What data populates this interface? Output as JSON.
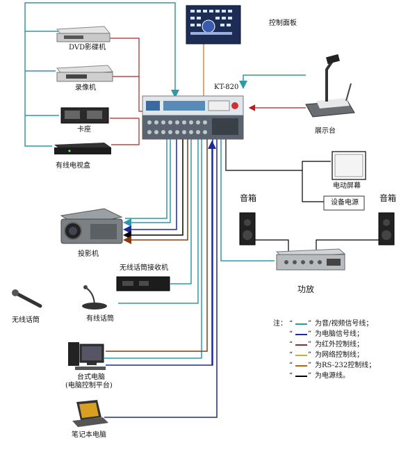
{
  "labels": {
    "control_panel": "控制面板",
    "model": "KT-820",
    "dvd": "DVD影碟机",
    "vcr": "录像机",
    "cassette": "卡座",
    "cable_box": "有线电视盒",
    "projector": "投影机",
    "wireless_receiver": "无线话筒接收机",
    "wireless_mic": "无线话筒",
    "wired_mic": "有线话筒",
    "desktop_pc": "台式电脑",
    "desktop_pc_sub": "(电脑控制平台)",
    "laptop": "笔记本电脑",
    "visualizer": "展示台",
    "motor_screen": "电动屏幕",
    "power_supply": "设备电源",
    "speaker_left": "音箱",
    "speaker_right": "音箱",
    "amplifier": "功放"
  },
  "legend": {
    "prefix": "注：",
    "items": [
      {
        "text": "为音/视频信号线；",
        "color": "#2a9aa8"
      },
      {
        "text": "为电脑信号线；",
        "color": "#1a2a9a"
      },
      {
        "text": "为红外控制线；",
        "color": "#b02020"
      },
      {
        "text": "为网络控制线；",
        "color": "#c8b020"
      },
      {
        "text": "为RS-232控制线；",
        "color": "#c06010"
      },
      {
        "text": "为电源线。",
        "color": "#000000"
      }
    ]
  },
  "colors": {
    "av": "#2a9aa8",
    "pc": "#1a2a9a",
    "ir": "#b02020",
    "net": "#c8b020",
    "rs232": "#e08a30",
    "power": "#000000"
  }
}
